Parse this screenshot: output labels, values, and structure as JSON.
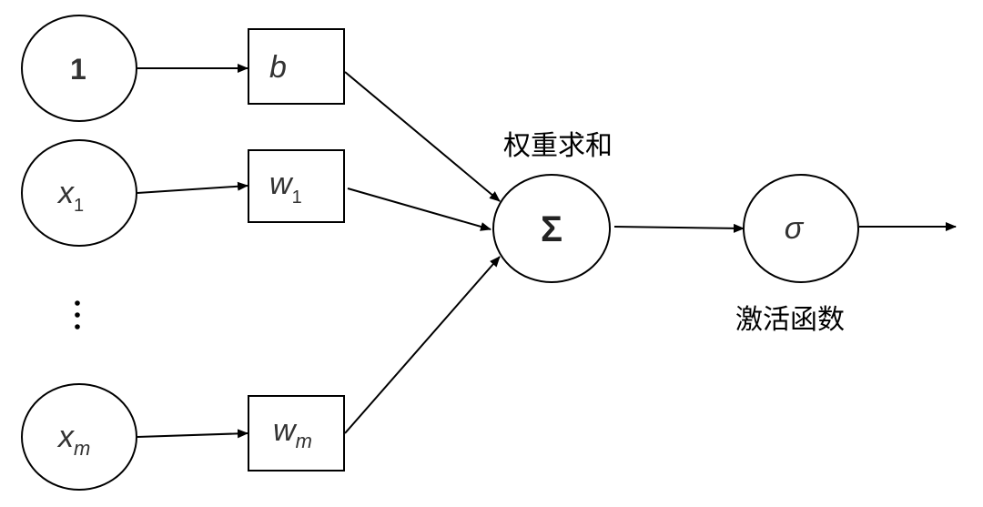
{
  "nodes": {
    "input_bias": {
      "text": "1"
    },
    "input_x1": {
      "base": "x",
      "sub": "1"
    },
    "input_xm": {
      "base": "x",
      "sub": "m"
    },
    "weight_b": {
      "text": "b"
    },
    "weight_w1": {
      "base": "w",
      "sub": "1"
    },
    "weight_wm": {
      "base": "w",
      "sub": "m"
    },
    "sum_node": {
      "text": "Σ"
    },
    "activation_node": {
      "text": "σ"
    }
  },
  "labels": {
    "weighted_sum": "权重求和",
    "activation_function": "激活函数"
  },
  "colors": {
    "stroke": "#000000",
    "text": "#333333",
    "background": "#ffffff"
  }
}
